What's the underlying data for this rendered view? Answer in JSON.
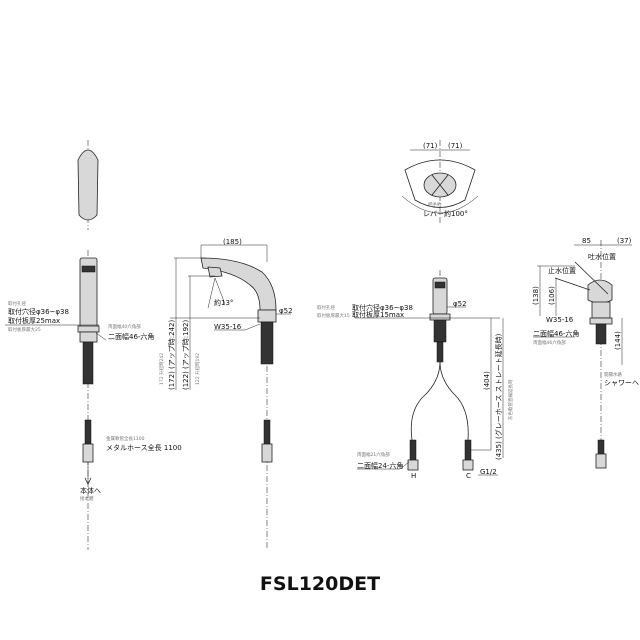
{
  "title": "FSL120DET",
  "left_view": {
    "hole_note_small": "取付孔径",
    "hole_diameter": "取付穴径φ36~φ38",
    "plate_thickness": "取付板厚25max",
    "plate_note_small": "取付板厚最大25",
    "hex_note_small": "両面幅40六角部",
    "hex_width": "二面幅46-六角",
    "hose_note_small": "金属軟管全長1100",
    "hose_length": "メタルホース全長 1100",
    "to_body": "本体へ",
    "to_body_small": "接本體"
  },
  "side_view": {
    "width_dim": "(185)",
    "diameter": "φ52",
    "thread": "W35-16",
    "angle": "約13°",
    "height_up_242": "(172) (アップ時:242)",
    "height_up_192": "(122) (アップ時:192)",
    "height_small_242": "172 升起時242",
    "height_small_192": "122 升起時192"
  },
  "front_view": {
    "top_left_dim": "(71)",
    "top_right_dim": "(71)",
    "lever_small": "把手約",
    "lever_angle": "レバー約100°",
    "diameter": "φ52",
    "hole_note_small": "取付孔径",
    "hole_diameter": "取付穴径φ36~φ38",
    "plate_note_small": "取付板厚最大15",
    "plate_thickness": "取付板厚15max",
    "length_404": "(404)",
    "length_435": "(435) (グレーホース ストレート延長時)",
    "length_small": "灰色軟管直線延長時",
    "hex_note_small": "両面幅21六角部",
    "hex_width": "二面幅24-六角",
    "hot": "H",
    "cold": "C",
    "pipe_thread": "G1/2"
  },
  "right_view": {
    "dim_85": "85",
    "dim_37": "(37)",
    "spout_position": "吐水位置",
    "stop_position": "止水位置",
    "height_138": "(138)",
    "height_106": "(106)",
    "thread": "W35-16",
    "hex_width": "二面幅46-六角",
    "hex_note_small": "両面幅46六角部",
    "height_144": "(144)",
    "shower_small": "開關水路",
    "to_shower": "シャワーへ"
  }
}
